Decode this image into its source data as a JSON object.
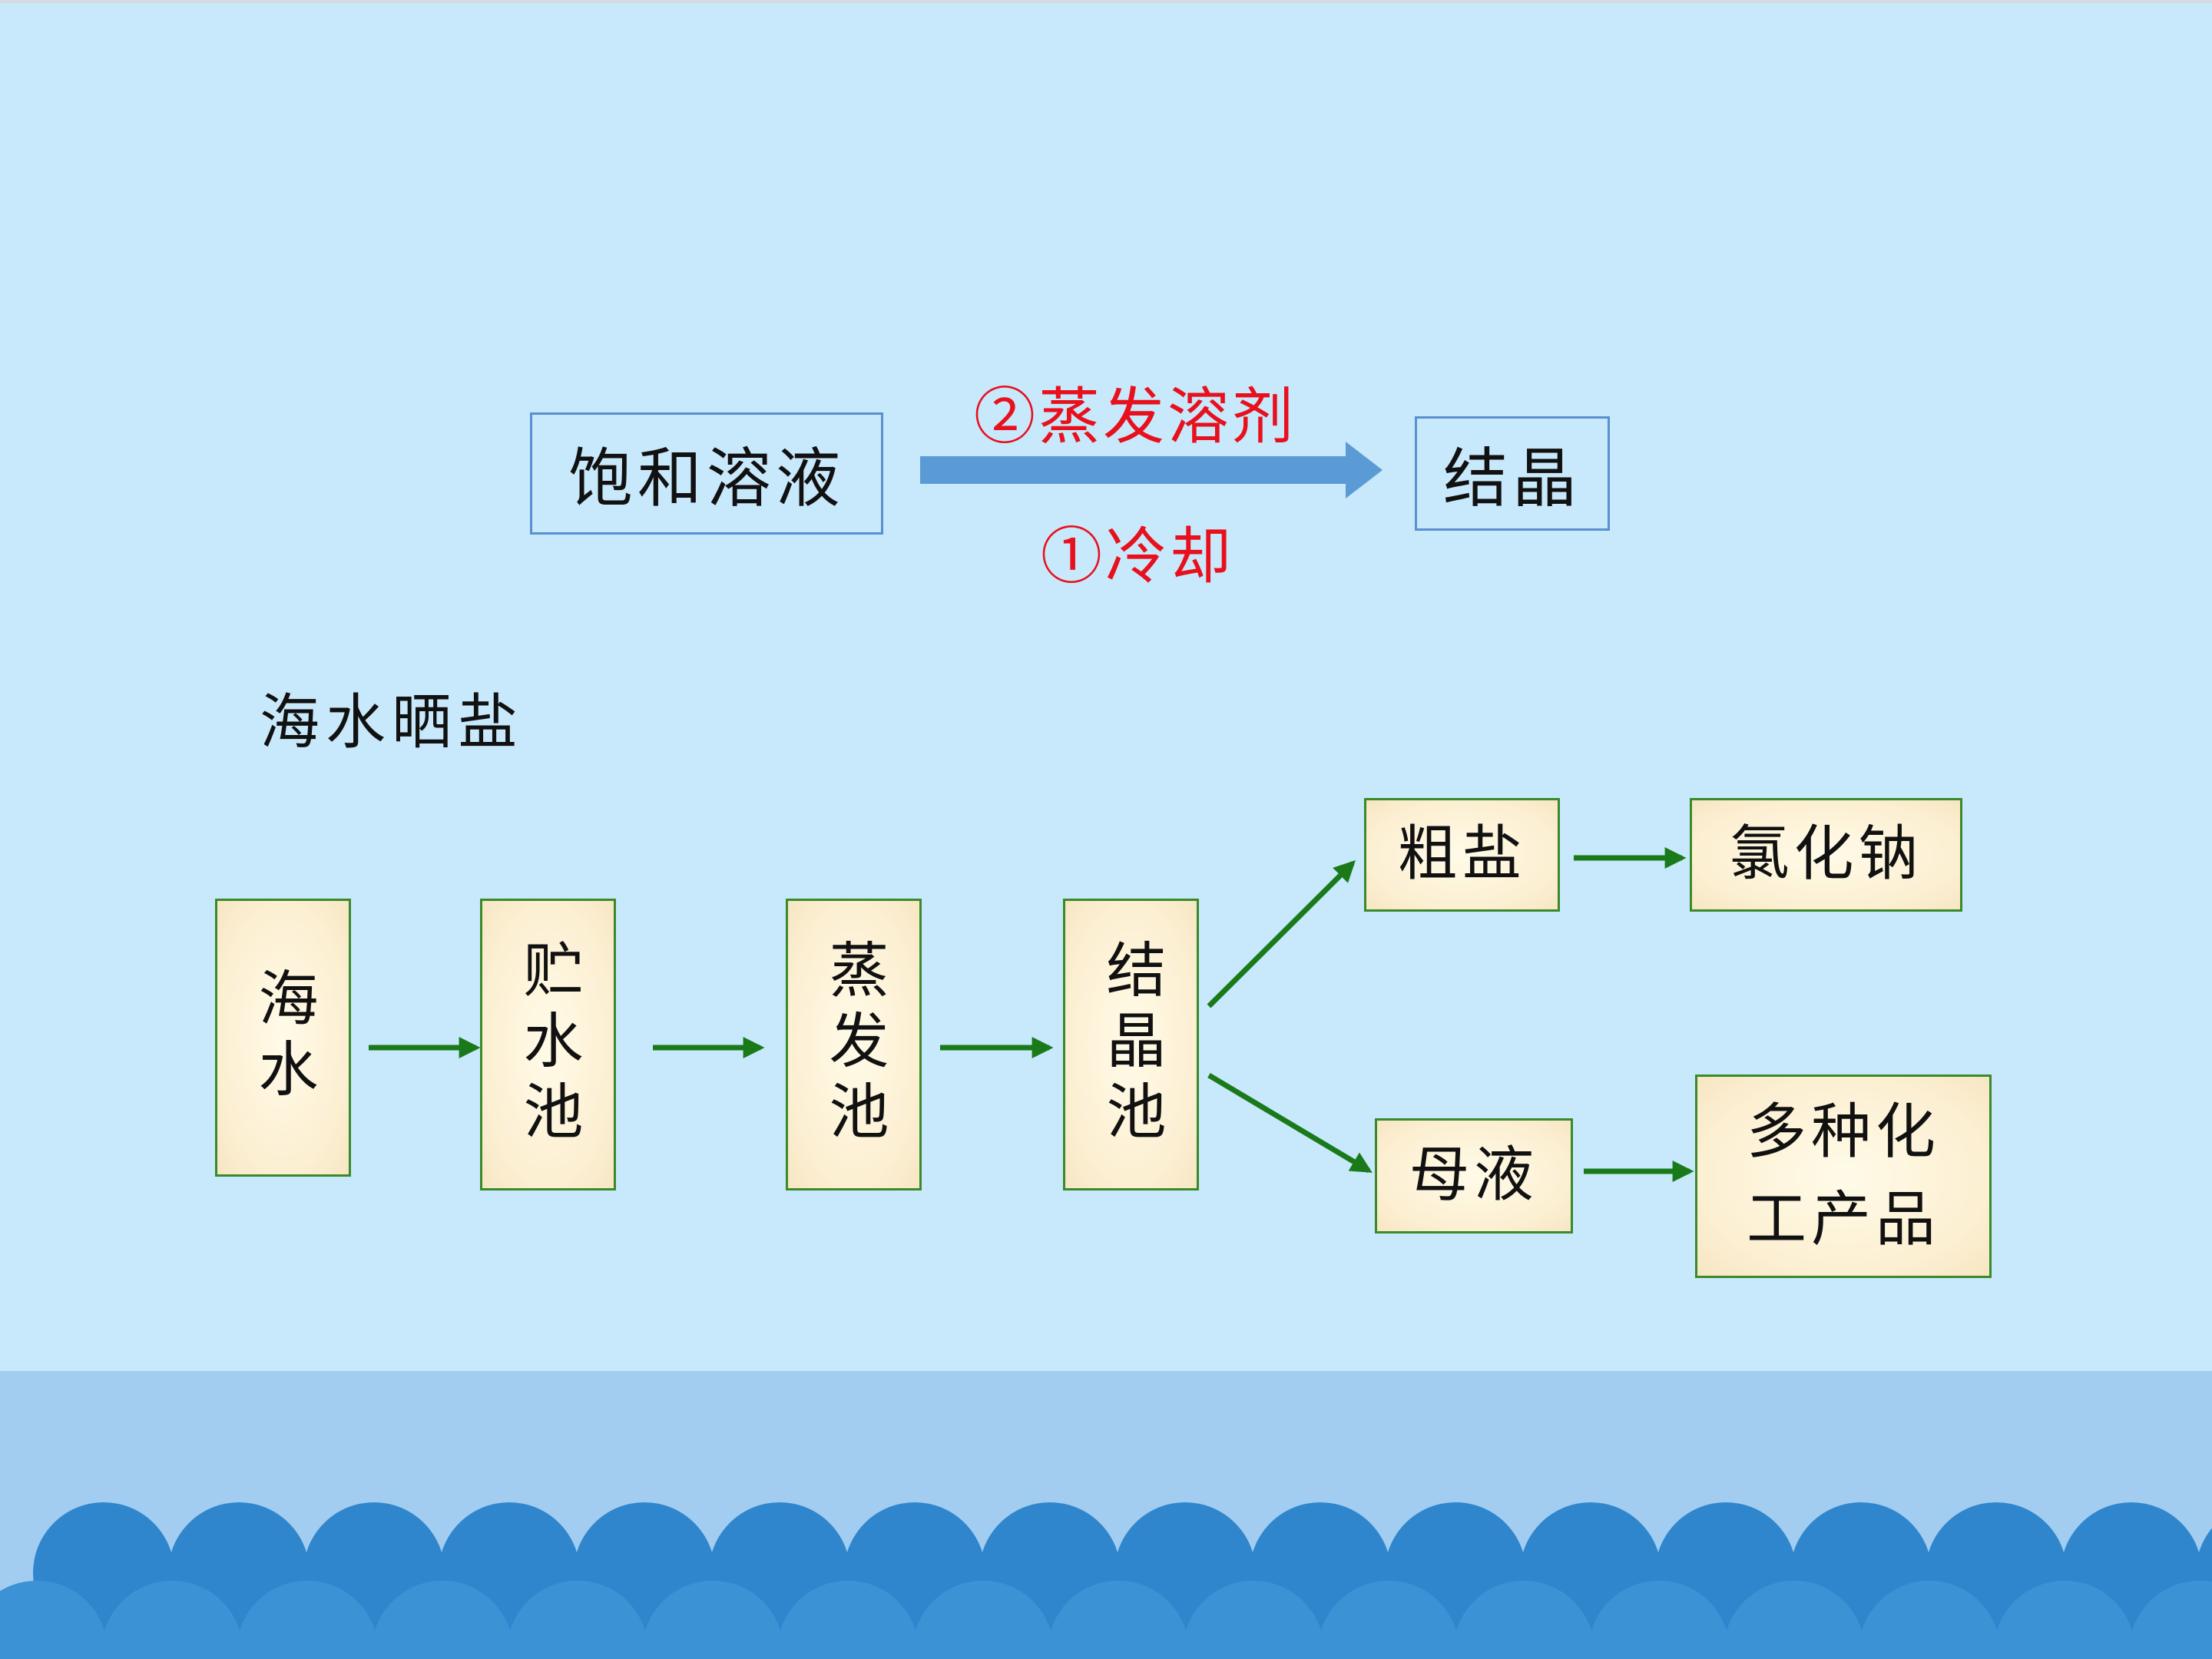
{
  "upper": {
    "source": "饱和溶液",
    "target": "结晶",
    "method_above": "②蒸发溶剂",
    "method_below": "①冷却"
  },
  "section_title": "海水晒盐",
  "flow": {
    "seawater": "海水",
    "storage_pond": "贮水池",
    "evaporation_pond": "蒸发池",
    "crystallization_pond": "结晶池",
    "crude_salt": "粗盐",
    "sodium_chloride": "氯化钠",
    "mother_liquor": "母液",
    "chemical_products": [
      "多种化",
      "工产品"
    ]
  },
  "colors": {
    "background": "#c8e8fb",
    "big_arrow": "#5b9bd5",
    "flow_arrow": "#1a7a1a",
    "label_red": "#e8101c",
    "wave": "#2f86cc"
  }
}
